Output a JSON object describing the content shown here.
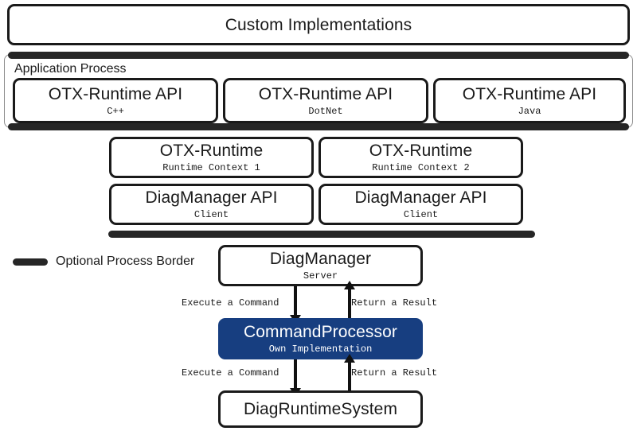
{
  "diagram": {
    "title_box": {
      "label": "Custom Implementations"
    },
    "application_process": {
      "label": "Application Process",
      "api_boxes": [
        {
          "title": "OTX-Runtime API",
          "subtitle": "C++"
        },
        {
          "title": "OTX-Runtime API",
          "subtitle": "DotNet"
        },
        {
          "title": "OTX-Runtime API",
          "subtitle": "Java"
        }
      ]
    },
    "runtime_row": [
      {
        "title": "OTX-Runtime",
        "subtitle": "Runtime Context 1"
      },
      {
        "title": "OTX-Runtime",
        "subtitle": "Runtime Context 2"
      }
    ],
    "diagmanager_api_row": [
      {
        "title": "DiagManager API",
        "subtitle": "Client"
      },
      {
        "title": "DiagManager API",
        "subtitle": "Client"
      }
    ],
    "legend": {
      "label": "Optional Process Border",
      "dash_color": "#262626"
    },
    "server_box": {
      "title": "DiagManager",
      "subtitle": "Server"
    },
    "processor_box": {
      "title": "CommandProcessor",
      "subtitle": "Own Implementation",
      "accent_color": "#173E80"
    },
    "runtime_system_box": {
      "title": "DiagRuntimeSystem"
    },
    "arrows": {
      "upper_down_label": "Execute a Command",
      "upper_up_label": "Return a Result",
      "lower_down_label": "Execute a Command",
      "lower_up_label": "Return a Result"
    }
  }
}
